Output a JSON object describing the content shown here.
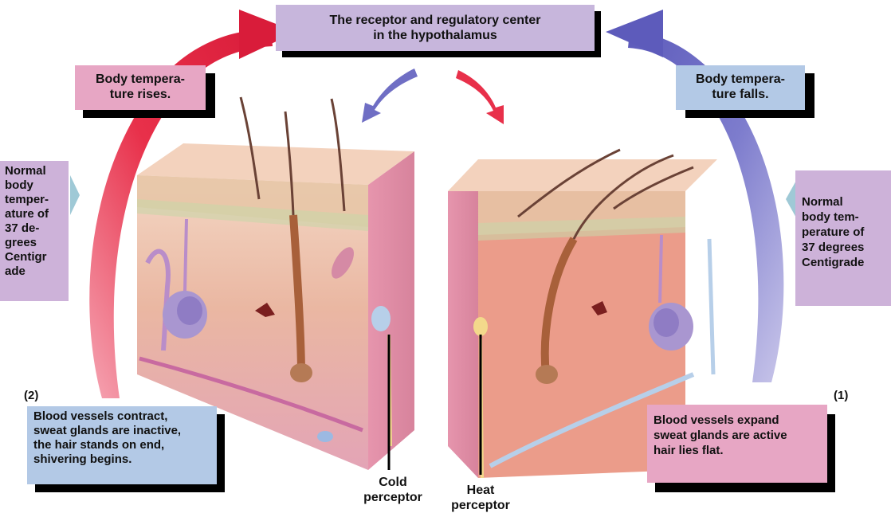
{
  "hypothalamus_box": {
    "text": "The receptor and regulatory center\nin the hypothalamus",
    "color": "#c7b6dc"
  },
  "rises_box": {
    "text": "Body tempera-\nture rises.",
    "color": "#e7a6c4"
  },
  "falls_box": {
    "text": "Body tempera-\nture falls.",
    "color": "#b3c9e6"
  },
  "normal_left": {
    "text": "Normal\nbody\ntemper-\nature of\n37 de-\ngrees\nCentigr\nade",
    "color": "#cdb2d9"
  },
  "normal_right": {
    "text": "Normal\nbody tem-\nperature of\n37 degrees\nCentigrade",
    "color": "#cdb2d9"
  },
  "marker_left": "(2)",
  "marker_right": "(1)",
  "cold_box": {
    "text": "Blood vessels contract,\nsweat glands are inactive,\nthe hair stands on end,\nshivering begins.",
    "color": "#b3c9e6"
  },
  "hot_box": {
    "text": "Blood vessels expand\nsweat glands are active\nhair lies flat.",
    "color": "#e7a6c4"
  },
  "cold_perceptor": "Cold\nperceptor",
  "heat_perceptor": "Heat\nperceptor",
  "colors": {
    "red_arrow": "#e8304a",
    "blue_arrow": "#6f6ec4",
    "skin_surface": "#f1c6a8",
    "dermis": "#e8a7b4",
    "tissue": "#e89ab0"
  }
}
